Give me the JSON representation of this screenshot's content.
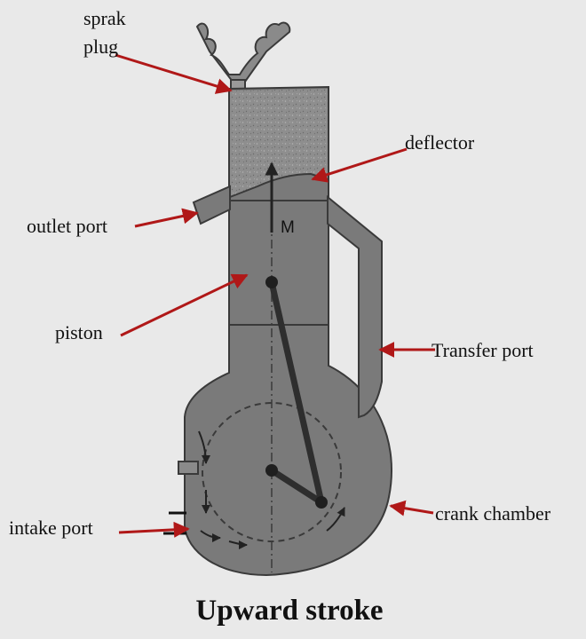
{
  "title": "Upward stroke",
  "piston_mark": "M",
  "labels": {
    "spark_plug_line1": "sprak",
    "spark_plug_line2": "plug",
    "deflector": "deflector",
    "outlet_port": "outlet port",
    "piston": "piston",
    "transfer_port": "Transfer port",
    "intake_port": "intake port",
    "crank_chamber": "crank chamber"
  },
  "colors": {
    "background": "#e9e9e9",
    "engine_body": "#7a7a7a",
    "outline": "#3a3a3a",
    "combustion_mixture": "#8e8e8e",
    "connecting_rod": "#2e2e2e",
    "callout_arrow": "#b01818"
  }
}
